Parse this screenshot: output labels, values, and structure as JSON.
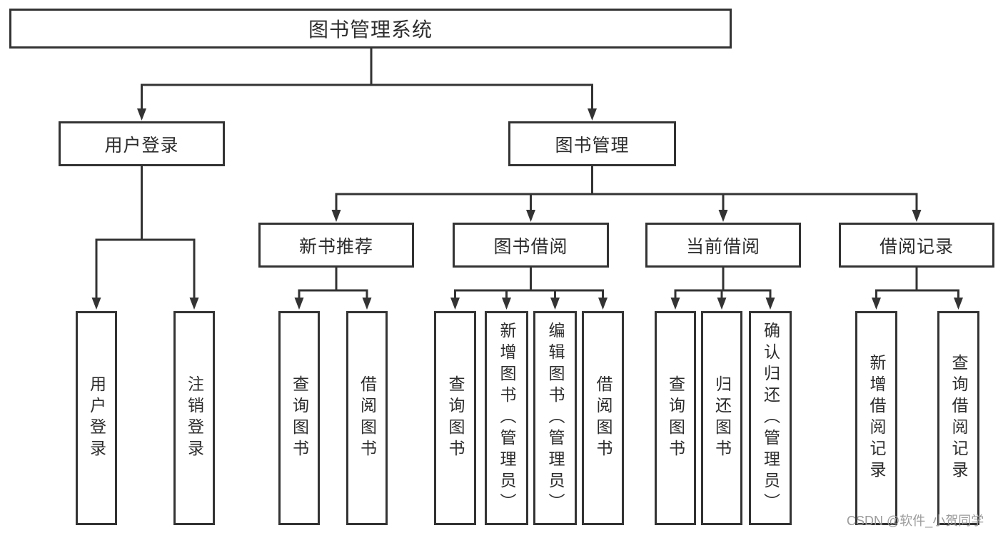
{
  "diagram_title": "图书管理系统",
  "tree": {
    "root": {
      "label": "图书管理系统"
    },
    "level2": {
      "user_login": {
        "label": "用户登录"
      },
      "book_management": {
        "label": "图书管理"
      }
    },
    "level3": {
      "new_book_recommend": {
        "label": "新书推荐"
      },
      "book_borrow": {
        "label": "图书借阅"
      },
      "current_borrow": {
        "label": "当前借阅"
      },
      "borrow_records": {
        "label": "借阅记录"
      }
    },
    "leaves": {
      "ul_login": {
        "label": "用户登录"
      },
      "ul_logout": {
        "label": "注销登录"
      },
      "nb_query": {
        "label": "查询图书"
      },
      "nb_borrow": {
        "label": "借阅图书"
      },
      "bb_query": {
        "label": "查询图书"
      },
      "bb_add": {
        "label": "新增图书（管理员）"
      },
      "bb_edit": {
        "label": "编辑图书（管理员）"
      },
      "bb_borrow": {
        "label": "借阅图书"
      },
      "cb_query": {
        "label": "查询图书"
      },
      "cb_return": {
        "label": "归还图书"
      },
      "cb_confirm": {
        "label": "确认归还（管理员）"
      },
      "br_add": {
        "label": "新增借阅记录"
      },
      "br_query": {
        "label": "查询借阅记录"
      }
    }
  },
  "watermark": {
    "text": "CSDN @软件_小贺同学"
  },
  "colors": {
    "line": "#333333",
    "text": "#2d2d2d",
    "background": "#ffffff",
    "box_background": "#ffffff",
    "watermark": "#9b9b9b"
  }
}
